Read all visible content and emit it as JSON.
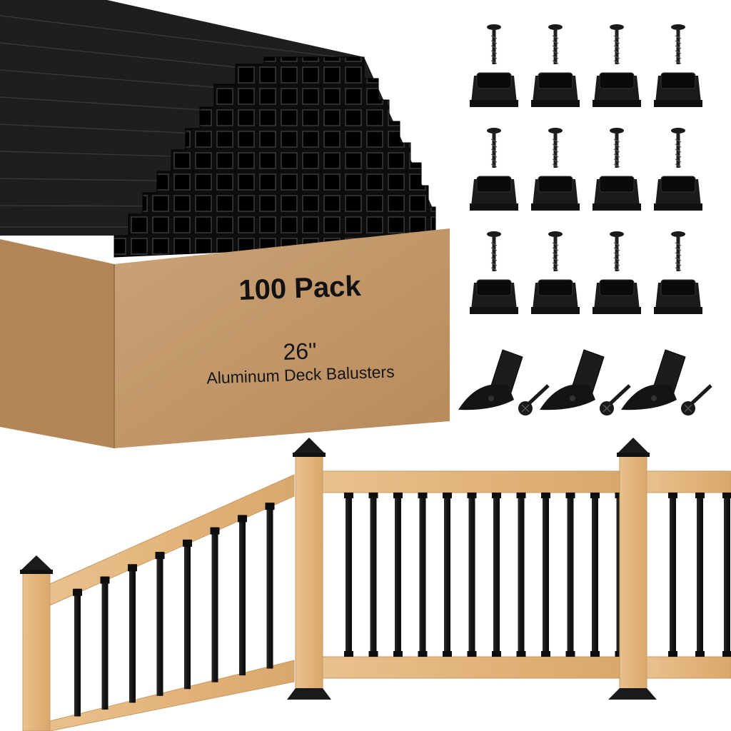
{
  "product_box": {
    "pack_label": "100 Pack",
    "size_label": "26\"",
    "product_label": "Aluminum Deck Balusters"
  },
  "hardware": {
    "square_connectors": 12,
    "angled_connectors": 3
  },
  "colors": {
    "baluster": "#1c1c1c",
    "cardboard": "#c49a6c",
    "wood": "#e3b77f"
  },
  "icons": [
    "screw-icon",
    "square-connector-icon",
    "angled-connector-icon"
  ]
}
